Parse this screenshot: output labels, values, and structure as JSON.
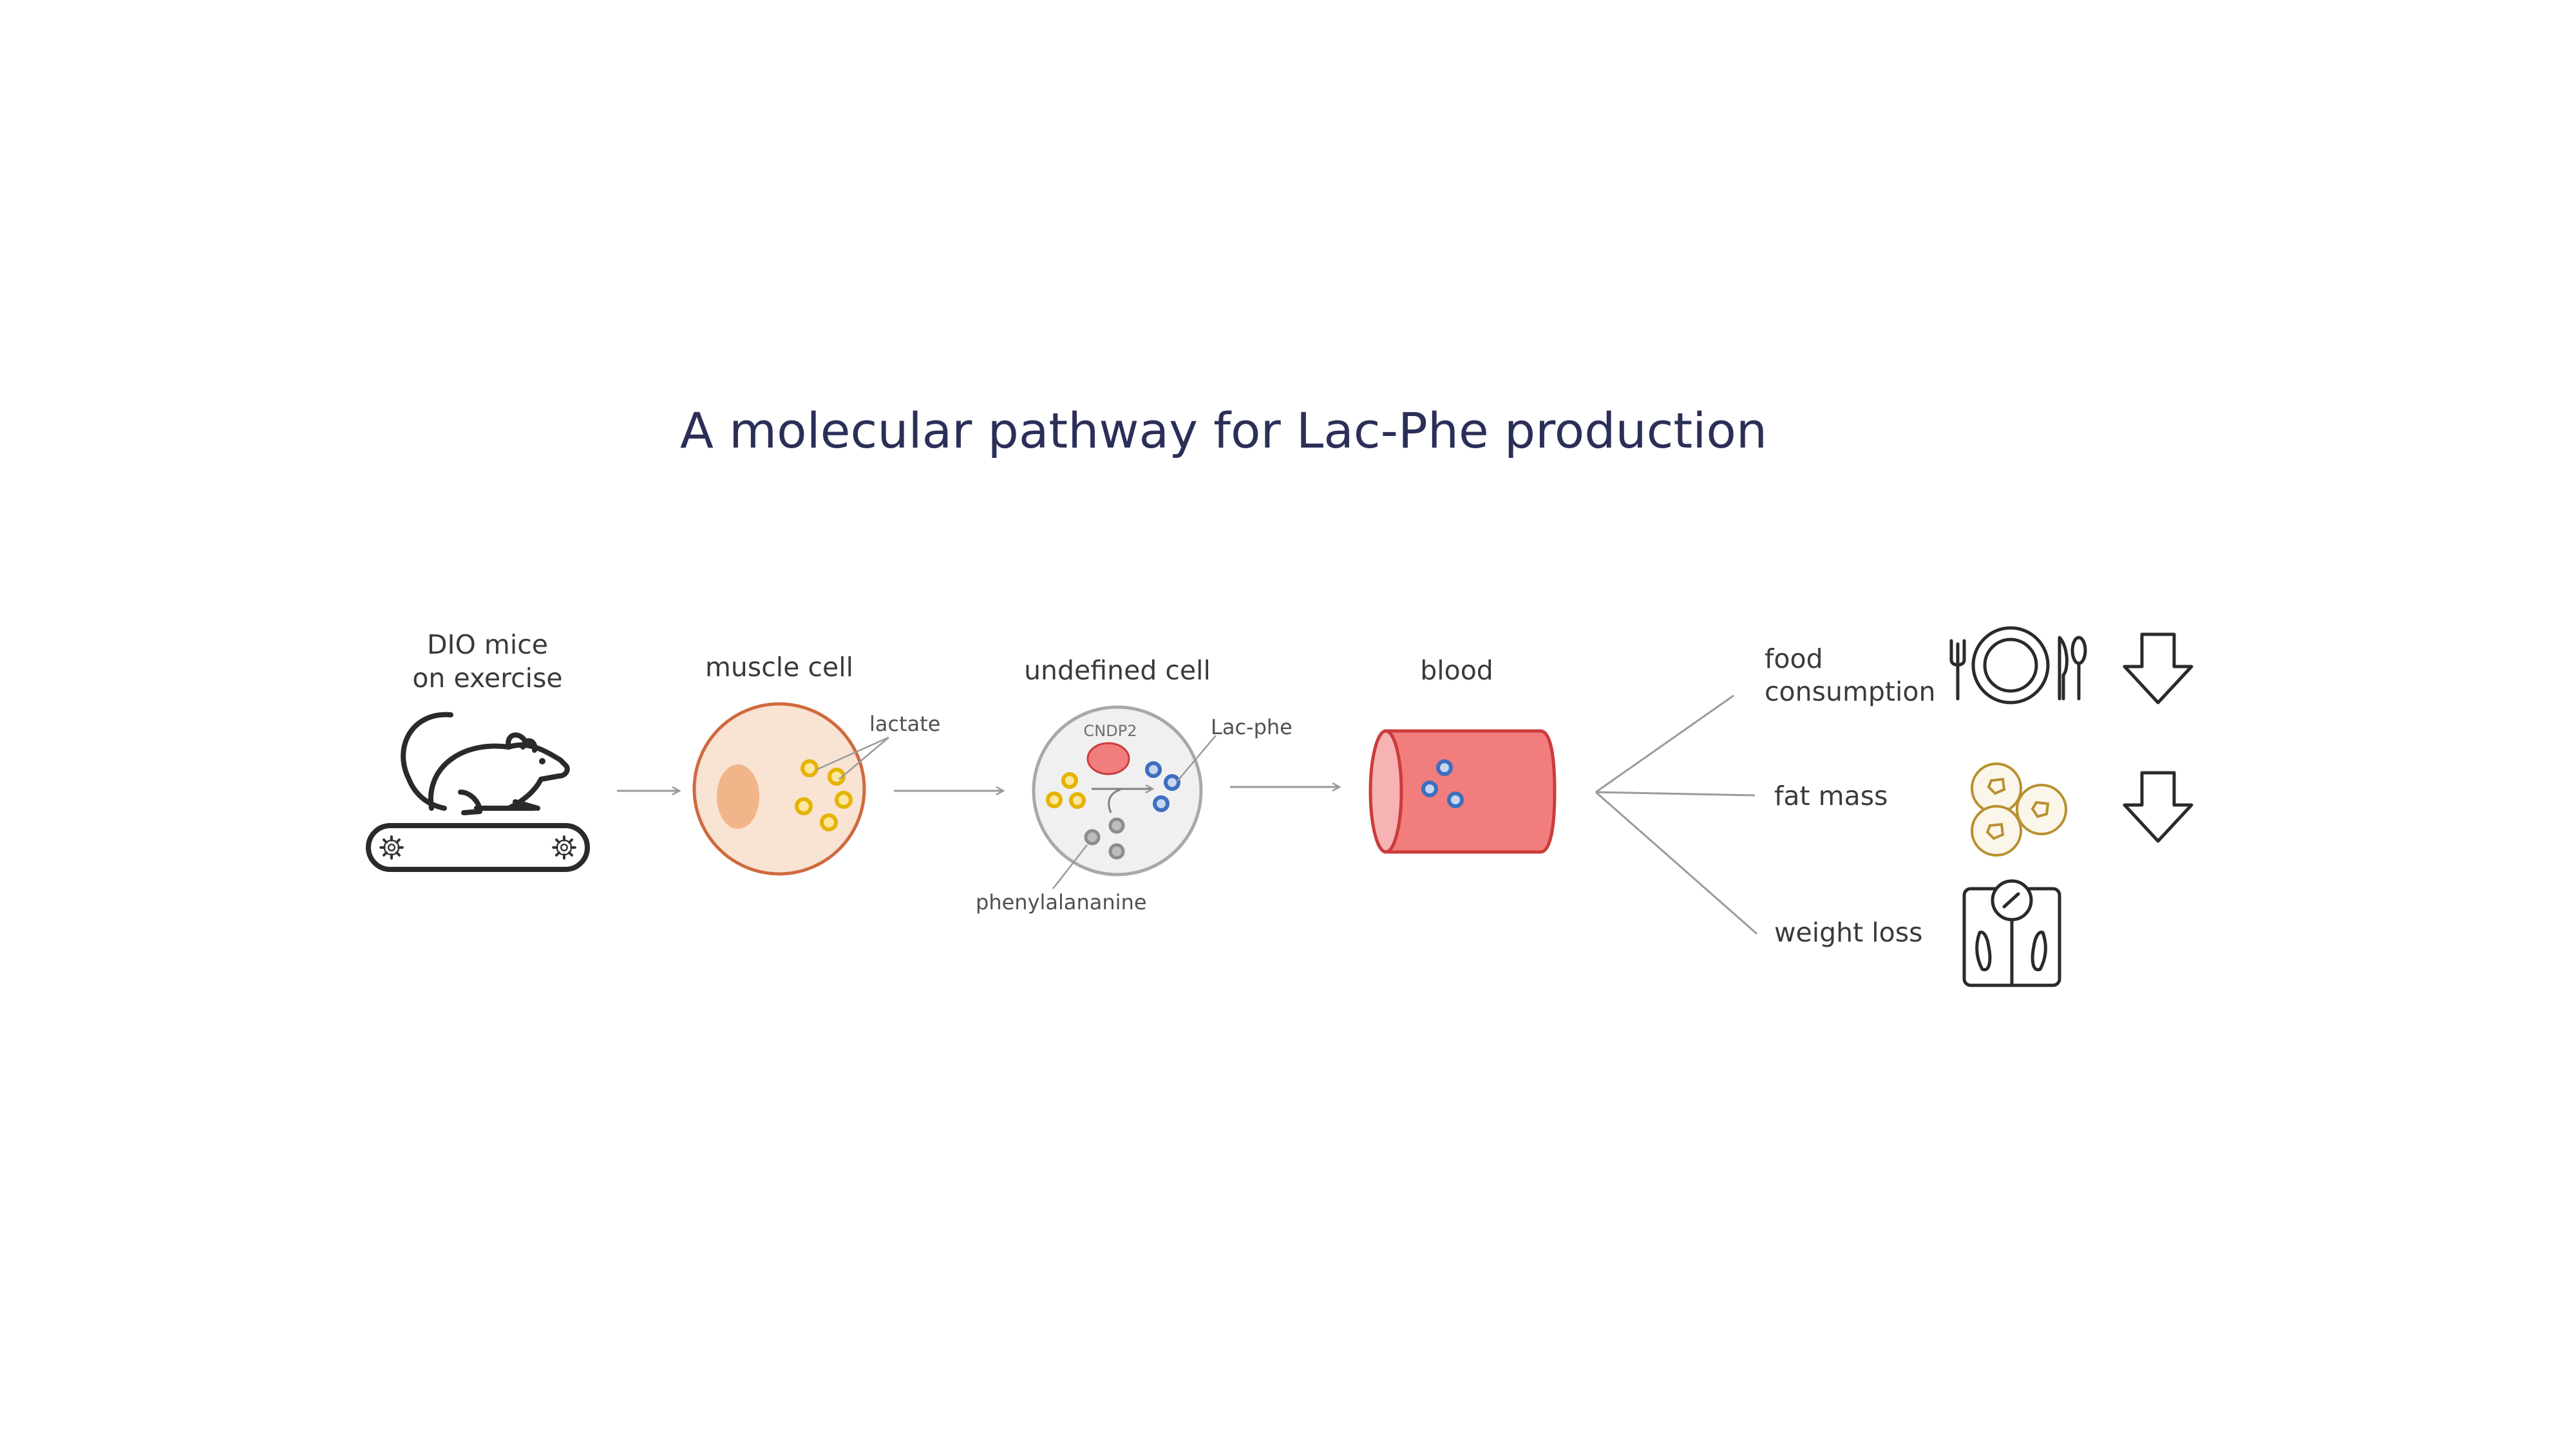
{
  "title": "A molecular pathway for Lac-Phe production",
  "steps": {
    "mice": {
      "line1": "DIO mice",
      "line2": "on exercise"
    },
    "muscle": {
      "label": "muscle cell",
      "molecule": "lactate"
    },
    "undefined": {
      "label": "undefined cell",
      "enzyme": "CNDP2",
      "product": "Lac-phe",
      "substrate": "phenylalananine"
    },
    "blood": {
      "label": "blood"
    }
  },
  "outcomes": {
    "food": {
      "line1": "food",
      "line2": "consumption",
      "icon": "plate-cutlery-icon",
      "direction": "down"
    },
    "fat": {
      "label": "fat mass",
      "icon": "fat-cells-icon",
      "direction": "down"
    },
    "weight": {
      "label": "weight loss",
      "icon": "scale-icon"
    }
  },
  "colors": {
    "title": "#2b2f58",
    "lactate": "#e5b300",
    "lacphe": "#3d6fbf",
    "phenylalanine": "#8c8c8c",
    "muscle_cell": "#f9e3d3",
    "muscle_border": "#cf6a3e",
    "blood": "#f27d7d",
    "blood_border": "#cc3b3b",
    "fat_cells": "#b8902e"
  }
}
